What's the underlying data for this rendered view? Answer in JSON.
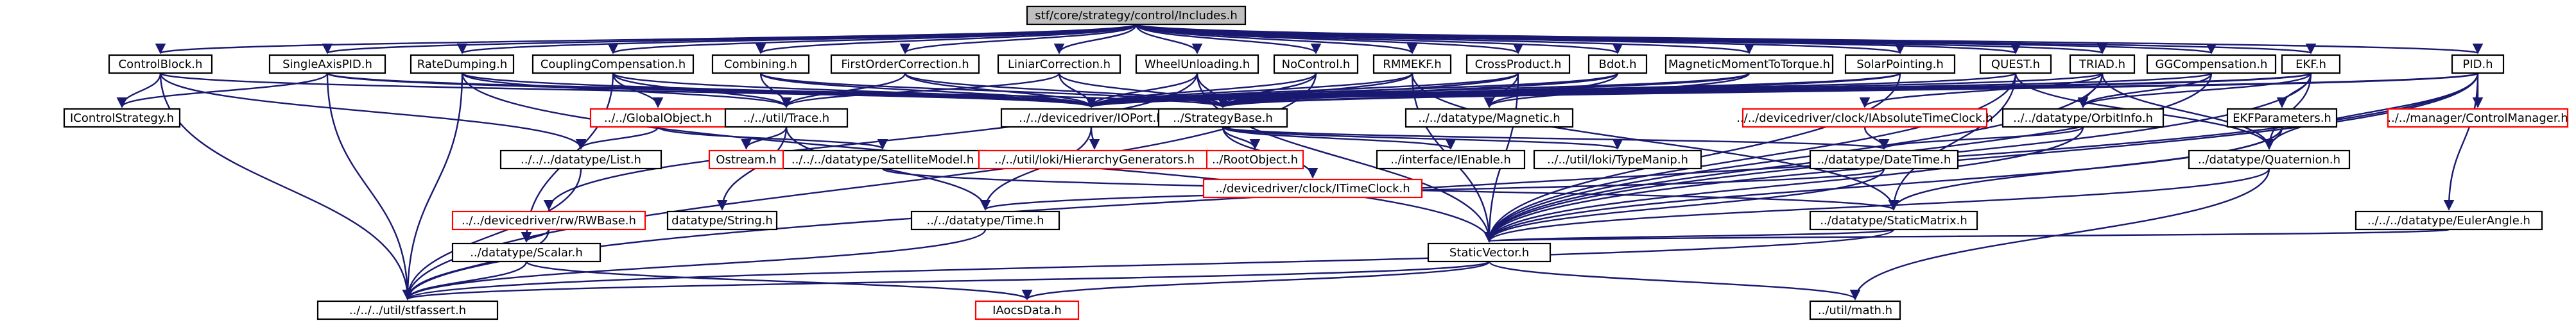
{
  "colors": {
    "edge": "#191970",
    "node_border": "#000000",
    "node_border_unresolved": "#ff0000",
    "root_fill": "#bfbfbf",
    "node_fill": "#ffffff"
  },
  "graph": {
    "root": "stf/core/strategy/control/Includes.h",
    "nodes": [
      {
        "id": "n_root",
        "label": "stf/core/strategy/control/Includes.h",
        "kind": "root"
      },
      {
        "id": "n_controlblock",
        "label": "ControlBlock.h",
        "kind": "file"
      },
      {
        "id": "n_singleaxispid",
        "label": "SingleAxisPID.h",
        "kind": "file"
      },
      {
        "id": "n_ratedumping",
        "label": "RateDumping.h",
        "kind": "file"
      },
      {
        "id": "n_couplingcomp",
        "label": "CouplingCompensation.h",
        "kind": "file"
      },
      {
        "id": "n_combining",
        "label": "Combining.h",
        "kind": "file"
      },
      {
        "id": "n_firstorder",
        "label": "FirstOrderCorrection.h",
        "kind": "file"
      },
      {
        "id": "n_liniar",
        "label": "LiniarCorrection.h",
        "kind": "file"
      },
      {
        "id": "n_wheelunloading",
        "label": "WheelUnloading.h",
        "kind": "file"
      },
      {
        "id": "n_nocontrol",
        "label": "NoControl.h",
        "kind": "file"
      },
      {
        "id": "n_rmmekf",
        "label": "RMMEKF.h",
        "kind": "file"
      },
      {
        "id": "n_crossproduct",
        "label": "CrossProduct.h",
        "kind": "file"
      },
      {
        "id": "n_bdot",
        "label": "Bdot.h",
        "kind": "file"
      },
      {
        "id": "n_magmoment",
        "label": "MagneticMomentToTorque.h",
        "kind": "file"
      },
      {
        "id": "n_solarpointing",
        "label": "SolarPointing.h",
        "kind": "file"
      },
      {
        "id": "n_quest",
        "label": "QUEST.h",
        "kind": "file"
      },
      {
        "id": "n_triad",
        "label": "TRIAD.h",
        "kind": "file"
      },
      {
        "id": "n_ggcomp",
        "label": "GGCompensation.h",
        "kind": "file"
      },
      {
        "id": "n_ekf",
        "label": "EKF.h",
        "kind": "file"
      },
      {
        "id": "n_pid",
        "label": "PID.h",
        "kind": "file"
      },
      {
        "id": "n_icontrolstrategy",
        "label": "IControlStrategy.h",
        "kind": "file"
      },
      {
        "id": "n_globalobject",
        "label": "../../GlobalObject.h",
        "kind": "unresolved"
      },
      {
        "id": "n_utiltrace",
        "label": "../../util/Trace.h",
        "kind": "file"
      },
      {
        "id": "n_iodevice",
        "label": "../../devicedriver/IOPort.h",
        "kind": "file"
      },
      {
        "id": "n_strategybase",
        "label": "../StrategyBase.h",
        "kind": "file"
      },
      {
        "id": "n_magnetic",
        "label": "../../datatype/Magnetic.h",
        "kind": "file"
      },
      {
        "id": "n_absolutetimeclock",
        "label": "../../devicedriver/clock/IAbsoluteTimeClock.h",
        "kind": "unresolved"
      },
      {
        "id": "n_orbitinfo",
        "label": "../../datatype/OrbitInfo.h",
        "kind": "file"
      },
      {
        "id": "n_ekfparameters",
        "label": "EKFParameters.h",
        "kind": "file"
      },
      {
        "id": "n_controlmanager",
        "label": "../../manager/ControlManager.h",
        "kind": "unresolved"
      },
      {
        "id": "n_list",
        "label": "../../../datatype/List.h",
        "kind": "file"
      },
      {
        "id": "n_satellitemodel",
        "label": "../../../datatype/SatelliteModel.h",
        "kind": "file"
      },
      {
        "id": "n_ostream",
        "label": "Ostream.h",
        "kind": "unresolved"
      },
      {
        "id": "n_hierarchygen",
        "label": "../../util/loki/HierarchyGenerators.h",
        "kind": "unresolved"
      },
      {
        "id": "n_rootobject",
        "label": "../RootObject.h",
        "kind": "unresolved"
      },
      {
        "id": "n_itimeclock",
        "label": "../devicedriver/clock/ITimeClock.h",
        "kind": "unresolved"
      },
      {
        "id": "n_ienable",
        "label": "../interface/IEnable.h",
        "kind": "file"
      },
      {
        "id": "n_typemanip",
        "label": "../../util/loki/TypeManip.h",
        "kind": "file"
      },
      {
        "id": "n_datetime",
        "label": "../datatype/DateTime.h",
        "kind": "file"
      },
      {
        "id": "n_quaternion",
        "label": "../datatype/Quaternion.h",
        "kind": "file"
      },
      {
        "id": "n_rwbase",
        "label": "../../devicedriver/rw/RWBase.h",
        "kind": "unresolved"
      },
      {
        "id": "n_datatypestring",
        "label": "datatype/String.h",
        "kind": "file"
      },
      {
        "id": "n_time",
        "label": "../../datatype/Time.h",
        "kind": "file"
      },
      {
        "id": "n_staticmatrix",
        "label": "../datatype/StaticMatrix.h",
        "kind": "file"
      },
      {
        "id": "n_eulerangle",
        "label": "../../../datatype/EulerAngle.h",
        "kind": "file"
      },
      {
        "id": "n_scalar",
        "label": "../datatype/Scalar.h",
        "kind": "file"
      },
      {
        "id": "n_staticvector",
        "label": "StaticVector.h",
        "kind": "file"
      },
      {
        "id": "n_stfassert",
        "label": "../../../util/stfassert.h",
        "kind": "file"
      },
      {
        "id": "n_iaocsdata",
        "label": "IAocsData.h",
        "kind": "unresolved"
      },
      {
        "id": "n_utilmath",
        "label": "../util/math.h",
        "kind": "file"
      }
    ]
  }
}
